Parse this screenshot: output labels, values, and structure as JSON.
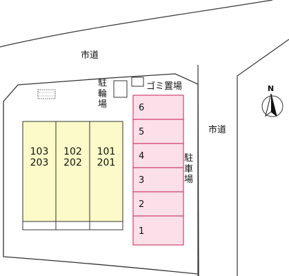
{
  "colors": {
    "building_fill": "#fbfac8",
    "parking_fill": "#fbe0ea",
    "parking_stroke": "#d2426c",
    "line": "#333333"
  },
  "roads": {
    "north_label": "市道",
    "east_label": "市道"
  },
  "facilities": {
    "bicycle_parking": "駐\n輪\n場",
    "garbage_area": "ゴミ置場",
    "parking_lot": "駐\n車\n場"
  },
  "building": {
    "units": [
      {
        "top": "103",
        "bottom": "203"
      },
      {
        "top": "102",
        "bottom": "202"
      },
      {
        "top": "101",
        "bottom": "201"
      }
    ]
  },
  "parking_spaces": [
    "6",
    "5",
    "4",
    "3",
    "2",
    "1"
  ],
  "compass": {
    "letter": "N",
    "icon": "north-arrow-icon"
  }
}
